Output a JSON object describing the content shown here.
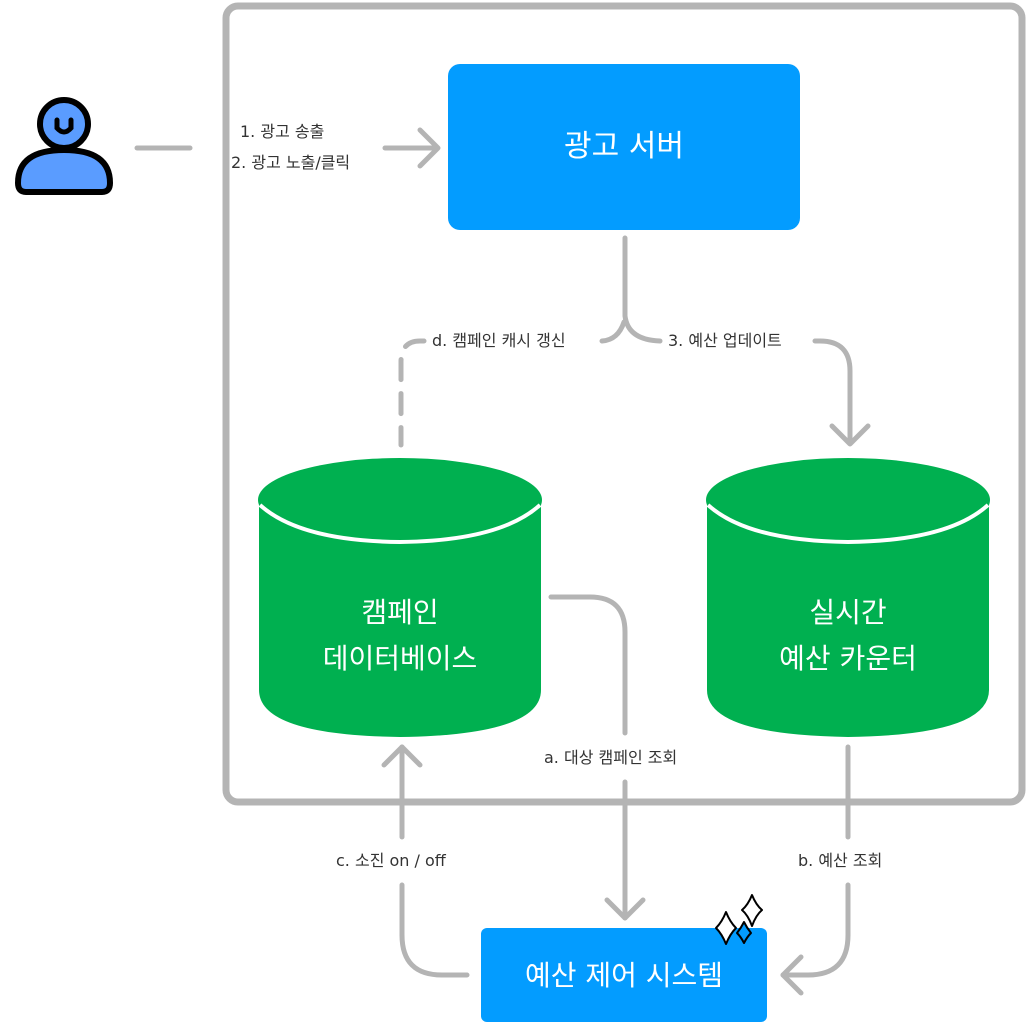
{
  "colors": {
    "server_blue": "#039cff",
    "db_green": "#00b050",
    "edge_gray": "#b4b4b4",
    "user_fill": "#5a9cff",
    "user_stroke": "#000000",
    "label_text": "#333333"
  },
  "nodes": {
    "user": {
      "icon": "user-icon"
    },
    "ad_server": {
      "label": "광고 서버"
    },
    "campaign_db": {
      "label": "캠페인\n데이터베이스"
    },
    "budget_counter": {
      "label": "실시간\n예산 카운터"
    },
    "budget_control": {
      "label": "예산 제어 시스템",
      "decoration": "sparkle-icon"
    }
  },
  "edges": {
    "user_to_server_1": "1. 광고 송출",
    "user_to_server_2": "2. 광고 노출/클릭",
    "server_to_counter": "3. 예산 업데이트",
    "server_to_db_cache": "d. 캠페인 캐시 갱신",
    "db_to_control": "a. 대상 캠페인 조회",
    "counter_to_control": "b. 예산 조회",
    "control_to_db": "c. 소진 on / off"
  }
}
